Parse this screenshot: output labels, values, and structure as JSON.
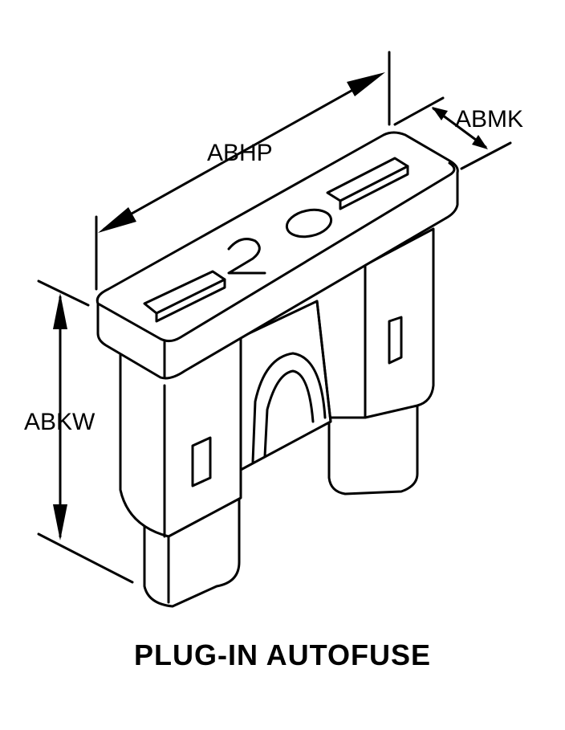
{
  "diagram": {
    "title": "PLUG-IN AUTOFUSE",
    "fuse_rating": "20",
    "dimensions": {
      "length": "ABHP",
      "thickness": "ABMK",
      "height": "ABKW"
    },
    "colors": {
      "line": "#000000",
      "background": "#ffffff"
    }
  }
}
